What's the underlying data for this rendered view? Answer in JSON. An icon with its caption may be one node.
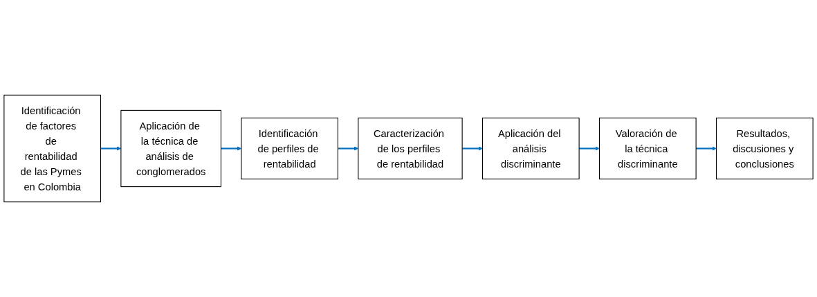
{
  "diagram": {
    "nodes": [
      {
        "text": [
          "Identificación de factores de rentabilidad de las Pymes en Colombia"
        ]
      },
      {
        "text": [
          "Aplicación de la técnica de análisis de conglomerados"
        ]
      },
      {
        "text": [
          "Identificación de perfiles de rentabilidad"
        ]
      },
      {
        "text": [
          "Caracterización de los perfiles de rentabilidad"
        ]
      },
      {
        "text": [
          "Aplicación del análisis discriminante"
        ]
      },
      {
        "text": [
          "Valoración de la técnica discriminante"
        ]
      },
      {
        "text": [
          "Resultados, discusiones y conclusiones"
        ]
      }
    ],
    "edges": [
      {
        "from": 0,
        "to": 1,
        "arrow": "to"
      },
      {
        "from": 1,
        "to": 2,
        "arrow": "to"
      },
      {
        "from": 2,
        "to": 3,
        "arrow": "to"
      },
      {
        "from": 3,
        "to": 4,
        "arrow": "to"
      },
      {
        "from": 4,
        "to": 5,
        "arrow": "to"
      },
      {
        "from": 5,
        "to": 6,
        "arrow": "to"
      }
    ]
  }
}
